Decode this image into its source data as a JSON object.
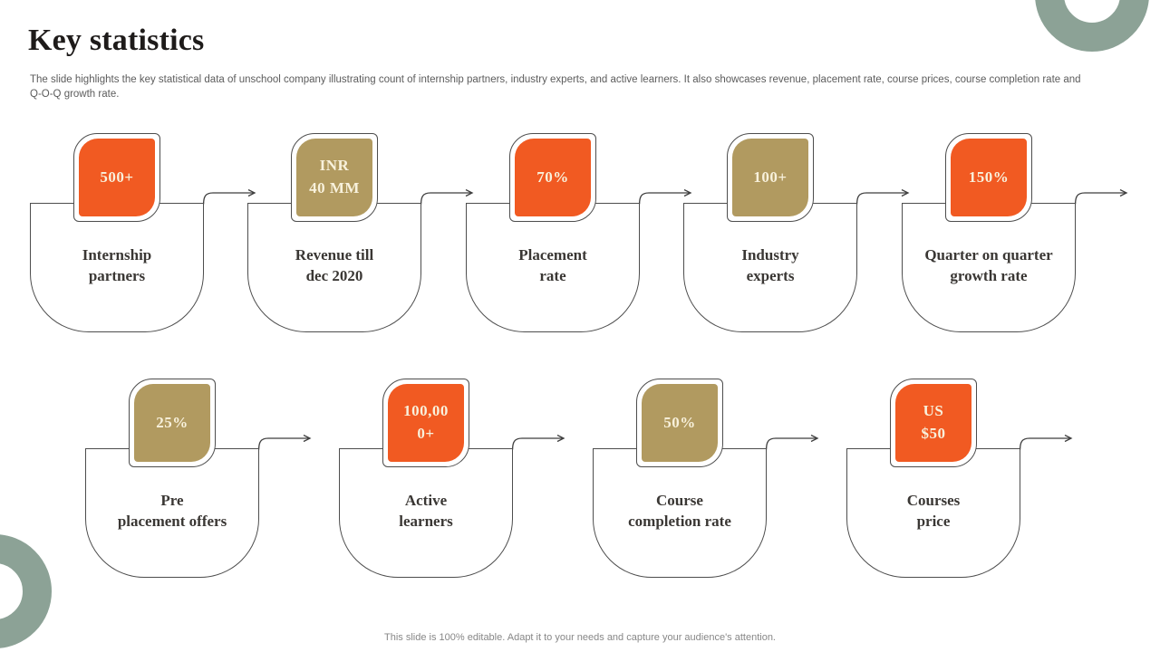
{
  "slide": {
    "title": "Key statistics",
    "subtitle": "The slide highlights the key statistical data of unschool company illustrating count of internship partners, industry experts, and active learners. It also showcases revenue, placement rate, course prices, course completion rate and\nQ-O-Q growth rate.",
    "footer": "This slide is 100% editable. Adapt it to your needs and capture your audience's attention."
  },
  "colors": {
    "orange": "#F15A22",
    "tan": "#B19A60",
    "ring": "#8CA296",
    "outline": "#4d4d4d",
    "value_text": "#F8F1DC"
  },
  "stats": {
    "row1": [
      {
        "value": "500+",
        "label": "Internship\npartners",
        "color": "orange"
      },
      {
        "value": "INR\n40 MM",
        "label": "Revenue till\ndec 2020",
        "color": "tan"
      },
      {
        "value": "70%",
        "label": "Placement\nrate",
        "color": "orange"
      },
      {
        "value": "100+",
        "label": "Industry\nexperts",
        "color": "tan"
      },
      {
        "value": "150%",
        "label": "Quarter on quarter\ngrowth rate",
        "color": "orange"
      }
    ],
    "row2": [
      {
        "value": "25%",
        "label": "Pre\nplacement offers",
        "color": "tan"
      },
      {
        "value": "100,00\n0+",
        "label": "Active\nlearners",
        "color": "orange"
      },
      {
        "value": "50%",
        "label": "Course\ncompletion rate",
        "color": "tan"
      },
      {
        "value": "US\n$50",
        "label": "Courses\nprice",
        "color": "orange"
      }
    ]
  }
}
